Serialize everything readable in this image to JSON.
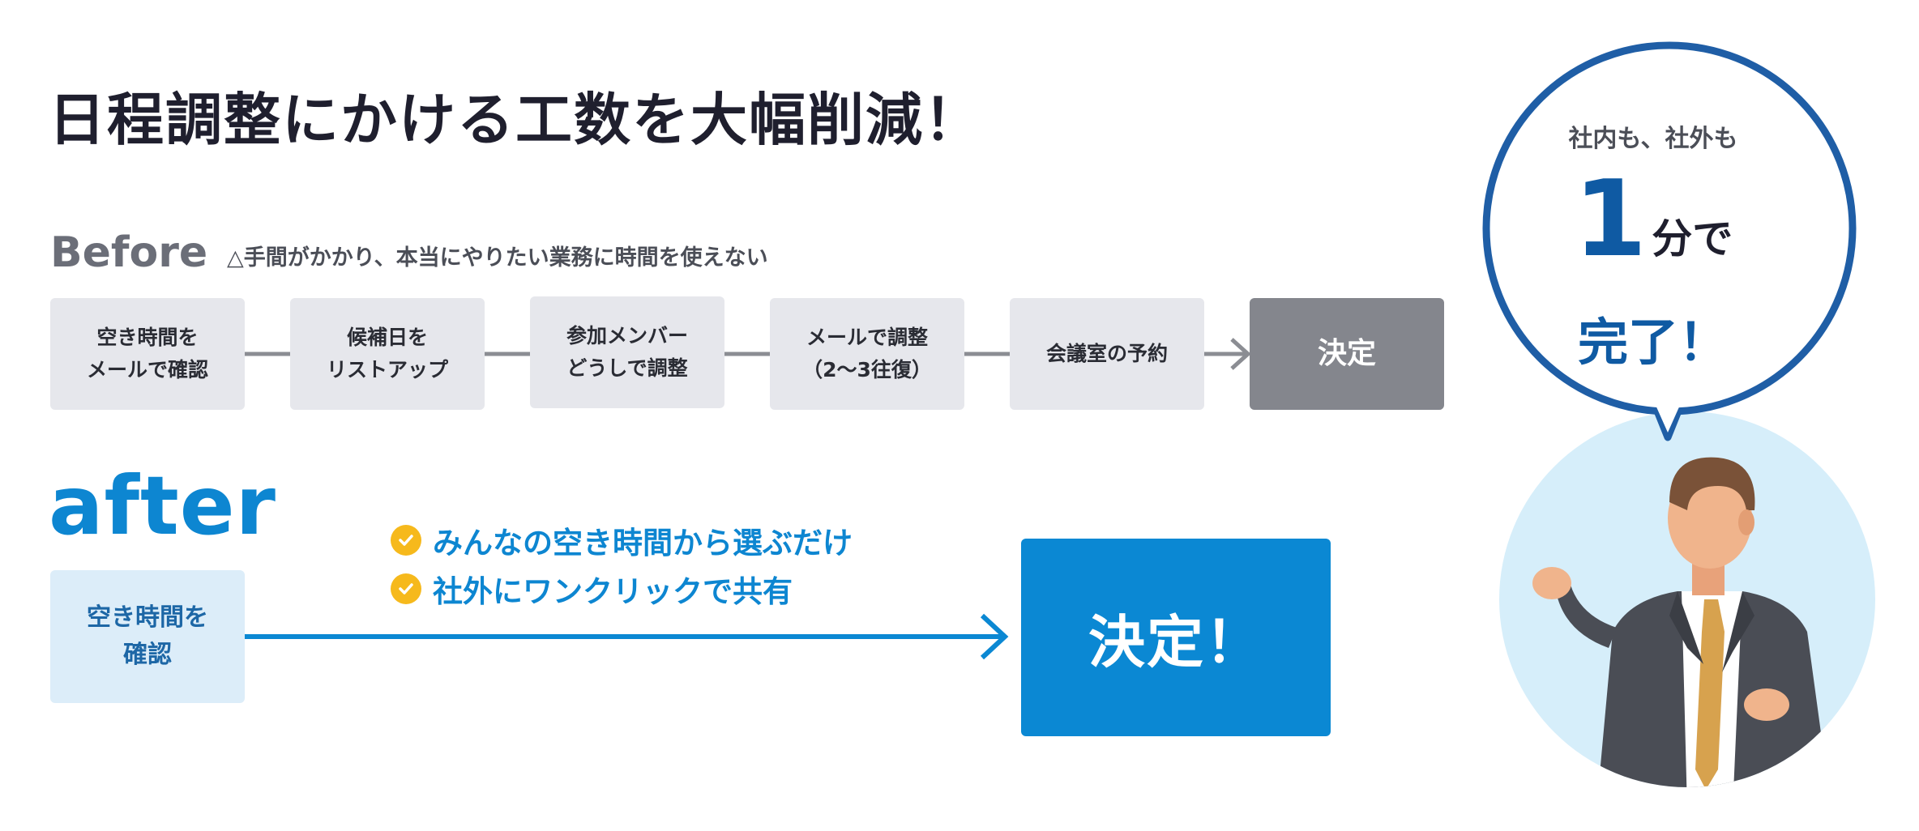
{
  "title": "日程調整にかける工数を大幅削減！",
  "before": {
    "label": "Before",
    "note": "△手間がかかり、本当にやりたい業務に時間を使えない",
    "steps": [
      {
        "line1": "空き時間を",
        "line2": "メールで確認"
      },
      {
        "line1": "候補日を",
        "line2": "リストアップ"
      },
      {
        "line1": "参加メンバー",
        "line2": "どうしで調整"
      },
      {
        "line1": "メールで調整",
        "line2": "（2〜3往復）"
      },
      {
        "line1": "会議室の予約",
        "line2": ""
      }
    ],
    "final": "決定"
  },
  "after": {
    "label": "after",
    "box_line1": "空き時間を",
    "box_line2": "確認",
    "benefits": [
      "みんなの空き時間から選ぶだけ",
      "社外にワンクリックで共有"
    ],
    "final": "決定！"
  },
  "bubble": {
    "line1": "社内も、社外も",
    "number": "1",
    "unit": "分で",
    "result": "完了！"
  },
  "colors": {
    "accent": "#0b88d3",
    "bubble_border": "#1f5ea6",
    "check": "#f6b91c",
    "before_box": "#e6e7ec",
    "before_final": "#84868d",
    "after_box": "#dcedf9",
    "avatar_bg": "#d6eefa"
  }
}
